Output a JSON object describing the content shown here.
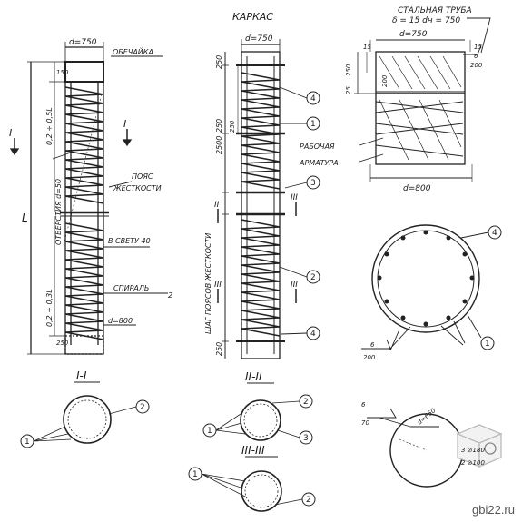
{
  "titles": {
    "frame": "КАРКАС",
    "pipe_title": "СТАЛЬНАЯ ТРУБА",
    "pipe_params": "δ = 15   dн = 750"
  },
  "pile": {
    "diameter": "d=750",
    "shell": "ОБЕЧАЙКА",
    "ring": "ПОЯС",
    "ring_2": "ЖЕСТКОСТИ",
    "holes": "ОТВЕРСТИЯ d=50",
    "clear": "В СВЕТУ 40",
    "spiral": "СПИРАЛЬ",
    "spiral_num": "2",
    "base_d": "d=800",
    "dim_top": "0,2 ÷ 0,5L",
    "dim_bottom": "0,2 ÷ 0,3L",
    "dim_150": "150",
    "dim_250": "250",
    "length": "L",
    "cut_mark": "I"
  },
  "frame": {
    "diameter": "d=750",
    "dims": [
      "250",
      "250",
      "250",
      "2500",
      "250"
    ],
    "ring_step": "ШАГ ПОЯСОВ ЖЕСТКОСТИ",
    "cut_2": "II",
    "cut_3": "III"
  },
  "detail": {
    "diameter_top": "d=750",
    "diameter_bottom": "d=800",
    "dim_15": "15",
    "dim_200": "200",
    "dim_250": "250",
    "dim_25": "25",
    "working_bar": "РАБОЧАЯ",
    "working_bar_2": "АРМАТУРА",
    "weld": "6",
    "weld_len": "200"
  },
  "sections": {
    "s1": "I-I",
    "s2": "II-II",
    "s3": "III-III"
  },
  "callouts": [
    "1",
    "2",
    "3",
    "4"
  ],
  "small_section": {
    "weld": "6",
    "weld_len": "70",
    "diam": "d=650",
    "note_1": "3 ⊘180",
    "note_2": "2 ⊘100"
  },
  "watermark": "gbi22.ru"
}
